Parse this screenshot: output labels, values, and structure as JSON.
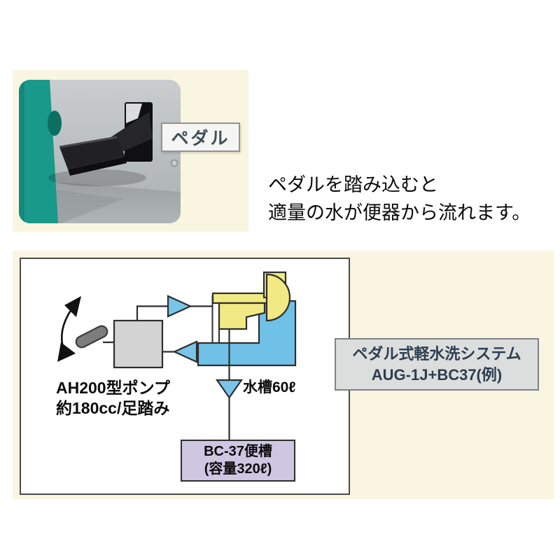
{
  "colors": {
    "background": "#ffffff",
    "cream_panel": "#f9f5e1",
    "photo_teal_wall": "#18998a",
    "photo_gray_panel": "#bcc1c4",
    "diagram_blue": "#6fc1e7",
    "diagram_yellow": "#f1e983",
    "pump_gray": "#d3d3d3",
    "cesspit_lavender": "#cdc7e2",
    "system_box_gray": "#dcdedd",
    "outline_dark": "#2e2e2e"
  },
  "photo": {
    "label": "ペダル"
  },
  "caption": {
    "line1": "ペダルを踏み込むと",
    "line2": "適量の水が便器から流れます。"
  },
  "diagram": {
    "pump": {
      "line1": "AH200型ポンプ",
      "line2": "約180cc/足踏み"
    },
    "water_tank_label": "水槽60ℓ",
    "cesspit": {
      "line1": "BC-37便槽",
      "line2": "(容量320ℓ)"
    },
    "system_label": {
      "line1": "ペダル式軽水洗システム",
      "line2": "AUG-1J+BC37(例)"
    }
  }
}
